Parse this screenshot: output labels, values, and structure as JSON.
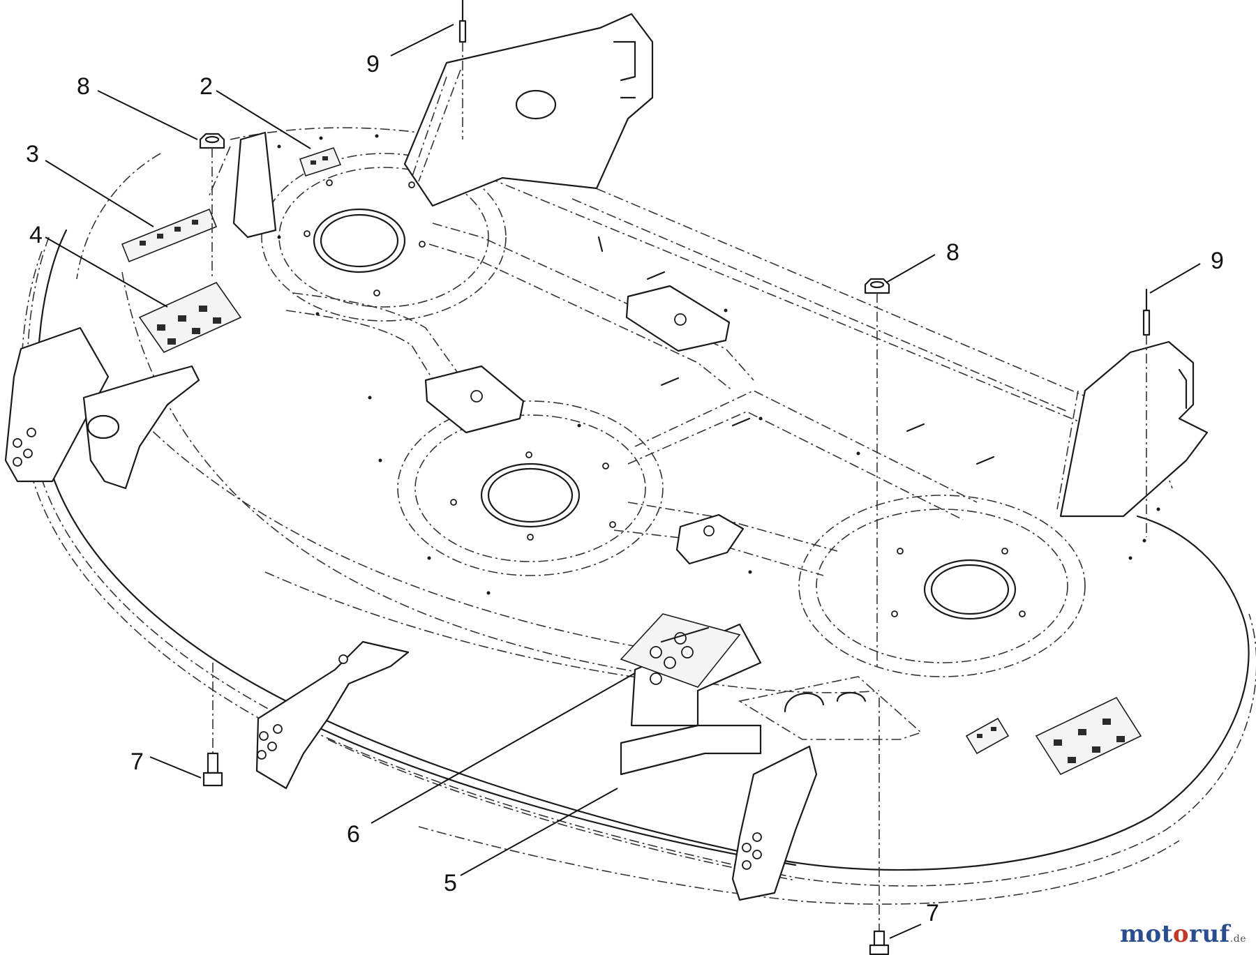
{
  "callouts": [
    {
      "id": "callout-2",
      "label": "2"
    },
    {
      "id": "callout-3",
      "label": "3"
    },
    {
      "id": "callout-4",
      "label": "4"
    },
    {
      "id": "callout-5",
      "label": "5"
    },
    {
      "id": "callout-6",
      "label": "6"
    },
    {
      "id": "callout-7a",
      "label": "7"
    },
    {
      "id": "callout-7b",
      "label": "7"
    },
    {
      "id": "callout-8a",
      "label": "8"
    },
    {
      "id": "callout-8b",
      "label": "8"
    },
    {
      "id": "callout-9a",
      "label": "9"
    },
    {
      "id": "callout-9b",
      "label": "9"
    }
  ],
  "watermark": {
    "part1": "mot",
    "part2": "o",
    "part3": "ruf",
    "tld": ".de"
  },
  "colors": {
    "line": "#1a1a1a",
    "watermark_blue": "#2a4d8f",
    "watermark_red": "#c0392b"
  }
}
